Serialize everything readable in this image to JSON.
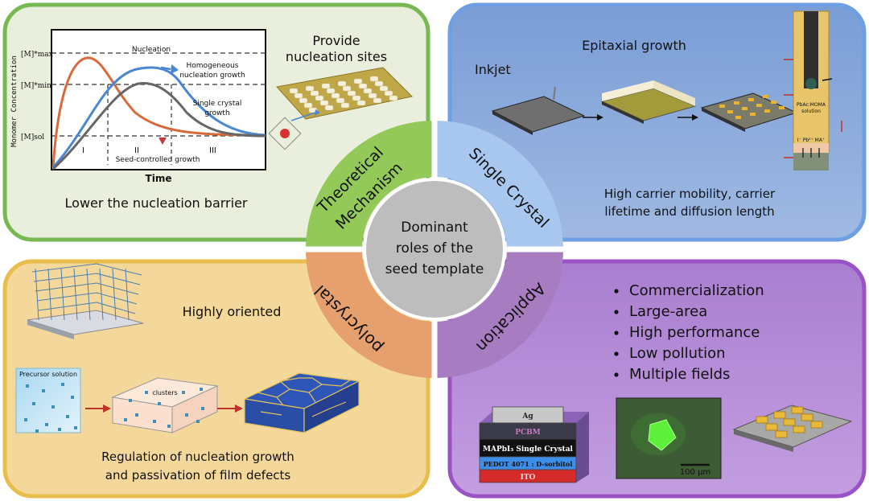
{
  "center": {
    "lines": [
      "Dominant",
      "roles of the",
      "seed template"
    ]
  },
  "segments": {
    "theoretical": {
      "lines": [
        "Theoretical",
        "Mechanism"
      ]
    },
    "single": {
      "label": "Single Crystal"
    },
    "poly": {
      "label": "polycrystal"
    },
    "application": {
      "label": "Application"
    }
  },
  "q1": {
    "nucleation_sites": [
      "Provide",
      "nucleation sites"
    ],
    "caption": "Lower the nucleation barrier",
    "plot": {
      "ylabel": "Monomer Concentration",
      "xlabel": "Time",
      "ytick_max": "[M]*max",
      "ytick_min": "[M]*min",
      "ytick_sol": "[M]sol",
      "nucleation": "Nucleation",
      "homogeneous": [
        "Homogeneous",
        "nucleation growth"
      ],
      "single_crystal": [
        "Single crystal",
        "growth"
      ],
      "seed_controlled": "Seed-controlled growth",
      "region_1": "I",
      "region_2": "II",
      "region_3": "III"
    }
  },
  "q2": {
    "epitaxial": "Epitaxial growth",
    "inkjet": "Inkjet",
    "properties": [
      "High carrier mobility, carrier",
      "lifetime and diffusion length"
    ],
    "solution_label": [
      "PbAc:MOMA",
      "solution"
    ],
    "ions": "I⁻  Pb²⁺  MA⁺"
  },
  "q3": {
    "highly_oriented": "Highly oriented",
    "precursor": "Precursor solution",
    "clusters": "clusters",
    "caption": [
      "Regulation of nucleation growth",
      "and passivation of film defects"
    ]
  },
  "q4": {
    "bullets": [
      "Commercialization",
      "Large-area",
      "High performance",
      "Low pollution",
      "Multiple fields"
    ],
    "device_layers": [
      "Ag",
      "PCBM",
      "MAPbI₃ Single Crystal",
      "PEDOT 4071 : D-sorbitol",
      "ITO"
    ],
    "scale_bar": "100 μm"
  },
  "colors": {
    "q1_border": "#77b852",
    "q1_fill": "#e9efdc",
    "q2_border": "#6d9fe2",
    "q2_fill": "#86a8d8",
    "q3_border": "#e9bd4a",
    "q3_fill": "#f4d79b",
    "q4_border": "#9a52c7",
    "q4_fill": "#b58ad3",
    "seg_green": "#93c958",
    "seg_blue": "#a8c7ef",
    "seg_orange": "#e5a06d",
    "seg_purple": "#a87cc0",
    "center": "#bdbdbd",
    "curve_orange": "#d9693a",
    "curve_blue": "#4a86d3",
    "curve_gray": "#666666"
  }
}
